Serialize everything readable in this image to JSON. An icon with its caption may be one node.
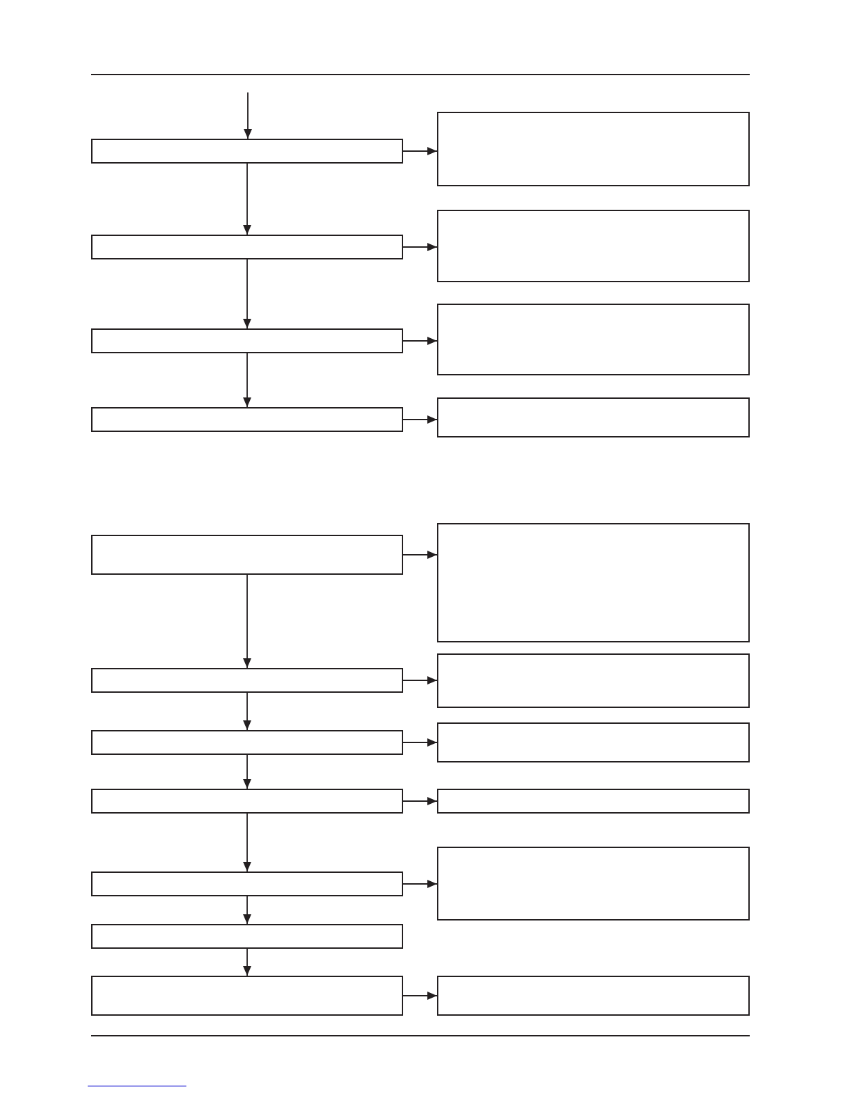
{
  "diagram": {
    "nodes": [
      {
        "text": [],
        "shape": "box"
      },
      {
        "text": [],
        "shape": "box"
      },
      {
        "text": [],
        "shape": "box"
      },
      {
        "text": [],
        "shape": "box"
      },
      {
        "text": [],
        "shape": "box"
      },
      {
        "text": [],
        "shape": "box"
      },
      {
        "text": [],
        "shape": "box"
      },
      {
        "text": [],
        "shape": "box"
      },
      {
        "text": [],
        "shape": "box"
      },
      {
        "text": [],
        "shape": "box"
      },
      {
        "text": [],
        "shape": "box"
      },
      {
        "text": [],
        "shape": "box"
      },
      {
        "text": [],
        "shape": "box"
      },
      {
        "text": [],
        "shape": "box"
      },
      {
        "text": [],
        "shape": "box"
      },
      {
        "text": [],
        "shape": "box"
      },
      {
        "text": [],
        "shape": "box"
      },
      {
        "text": [],
        "shape": "box"
      },
      {
        "text": [],
        "shape": "box"
      },
      {
        "text": [],
        "shape": "box"
      },
      {
        "text": [],
        "shape": "box"
      }
    ],
    "edges": [
      {
        "from": null,
        "to": 0,
        "arrow": "to"
      },
      {
        "from": 0,
        "to": 1,
        "arrow": "to"
      },
      {
        "from": 0,
        "to": 2,
        "arrow": "to"
      },
      {
        "from": 2,
        "to": 3,
        "arrow": "to"
      },
      {
        "from": 2,
        "to": 4,
        "arrow": "to"
      },
      {
        "from": 4,
        "to": 5,
        "arrow": "to"
      },
      {
        "from": 4,
        "to": 6,
        "arrow": "to"
      },
      {
        "from": 6,
        "to": 7,
        "arrow": "to"
      },
      {
        "from": 8,
        "to": 9,
        "arrow": "to"
      },
      {
        "from": 8,
        "to": 10,
        "arrow": "to"
      },
      {
        "from": 10,
        "to": 11,
        "arrow": "to"
      },
      {
        "from": 10,
        "to": 12,
        "arrow": "to"
      },
      {
        "from": 12,
        "to": 13,
        "arrow": "to"
      },
      {
        "from": 12,
        "to": 14,
        "arrow": "to"
      },
      {
        "from": 14,
        "to": 15,
        "arrow": "to"
      },
      {
        "from": 14,
        "to": 16,
        "arrow": "to"
      },
      {
        "from": 16,
        "to": 17,
        "arrow": "to"
      },
      {
        "from": 16,
        "to": 18,
        "arrow": "to"
      },
      {
        "from": 18,
        "to": 19,
        "arrow": "to"
      },
      {
        "from": 19,
        "to": 20,
        "arrow": "to"
      }
    ]
  }
}
